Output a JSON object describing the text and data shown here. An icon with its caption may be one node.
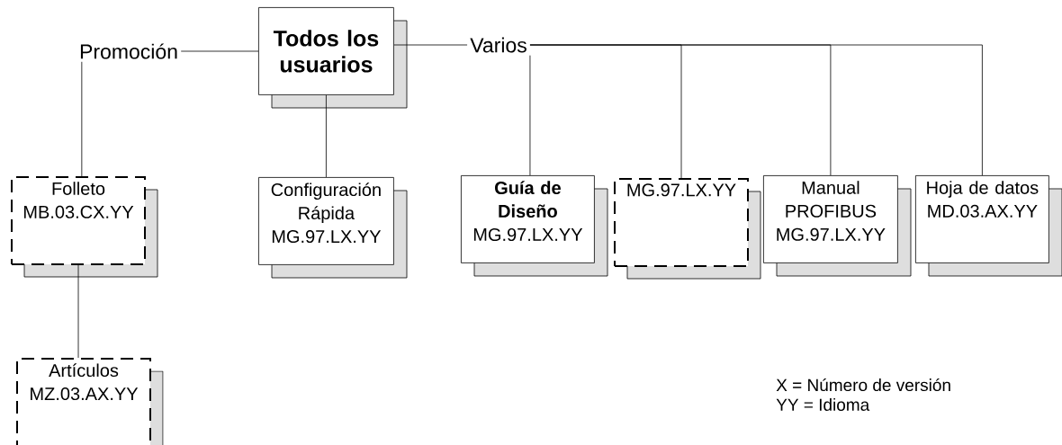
{
  "diagram": {
    "nodes": [
      {
        "text": [
          "Promoción"
        ]
      },
      {
        "text": [
          "Todos los usuarios"
        ]
      },
      {
        "text": [
          "Varios"
        ]
      },
      {
        "text": [
          "Folleto",
          "MB.03.CX.YY"
        ]
      },
      {
        "text": [
          "Configuración Rápida",
          "MG.97.LX.YY"
        ]
      },
      {
        "text": [
          "Guía de Diseño",
          "MG.97.LX.YY"
        ]
      },
      {
        "text": [
          "MG.97.LX.YY"
        ]
      },
      {
        "text": [
          "Manual PROFIBUS",
          "MG.97.LX.YY"
        ]
      },
      {
        "text": [
          "Hoja de datos",
          "MD.03.AX.YY"
        ]
      },
      {
        "text": [
          "Artículos",
          "MZ.03.AX.YY"
        ]
      }
    ],
    "edges": [
      {
        "from": 0,
        "to": 1,
        "arrow": "none"
      },
      {
        "from": 0,
        "to": 3,
        "arrow": "none"
      },
      {
        "from": 1,
        "to": 4,
        "arrow": "none"
      },
      {
        "from": 1,
        "to": 2,
        "arrow": "none"
      },
      {
        "from": 2,
        "to": 5,
        "arrow": "none"
      },
      {
        "from": 2,
        "to": 6,
        "arrow": "none"
      },
      {
        "from": 2,
        "to": 7,
        "arrow": "none"
      },
      {
        "from": 2,
        "to": 8,
        "arrow": "none"
      },
      {
        "from": 3,
        "to": 9,
        "arrow": "none"
      }
    ],
    "labels": [
      "X = Número de versión",
      "YY = Idioma"
    ]
  }
}
